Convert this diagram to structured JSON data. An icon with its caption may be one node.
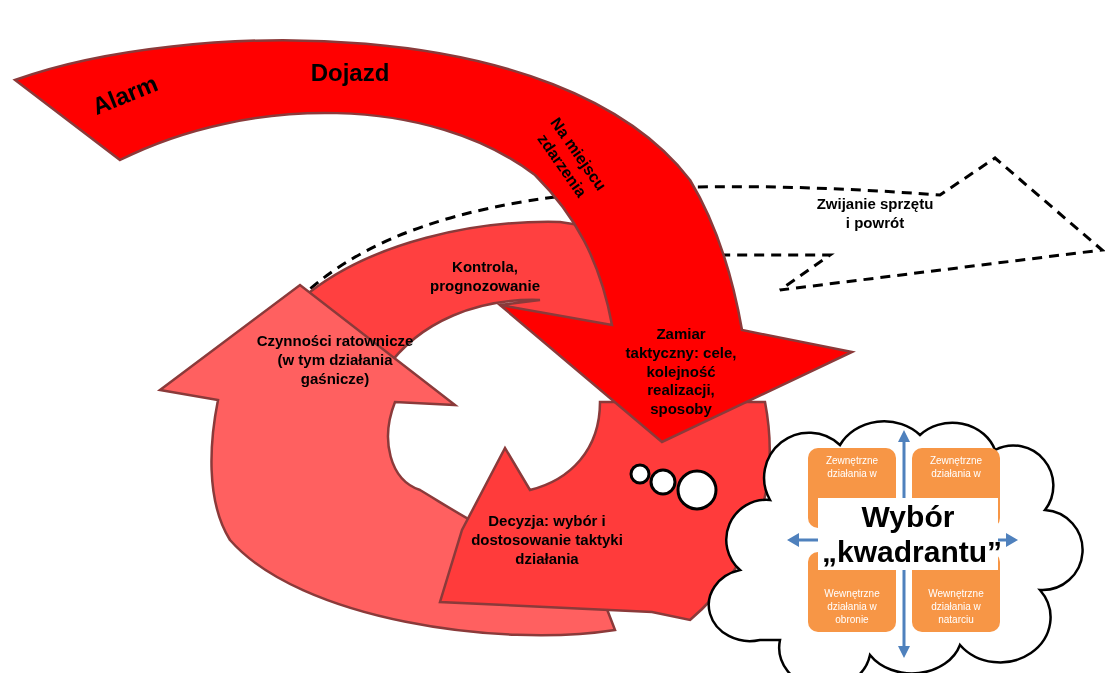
{
  "diagram": {
    "nodes": [
      {
        "text": [
          "Alarm",
          "Dojazd",
          "Na miejscu zdarzenia",
          "Zamiar taktyczny: cele, kolejność realizacji, sposoby"
        ]
      },
      {
        "text": [
          "Kontrola, prognozowanie"
        ]
      },
      {
        "text": [
          "Czynności ratownicze (w tym działania gaśnicze)"
        ]
      },
      {
        "text": [
          "Decyzja: wybór i dostosowanie taktyki działania"
        ]
      },
      {
        "text": [
          "Zwijanie sprzętu i powrót"
        ]
      },
      {
        "text": [],
        "shape": "cloud"
      },
      {
        "text": [
          "Zewnętrzne działania w"
        ],
        "in": 5
      },
      {
        "text": [
          "Zewnętrzne działania w"
        ],
        "in": 5
      },
      {
        "text": [
          "Wybór „kwadrantu”"
        ],
        "in": 5
      },
      {
        "text": [
          "Wewnętrzne działania w obronie"
        ],
        "in": 5
      },
      {
        "text": [
          "Wewnętrzne działania w natarciu"
        ],
        "in": 5
      }
    ]
  }
}
